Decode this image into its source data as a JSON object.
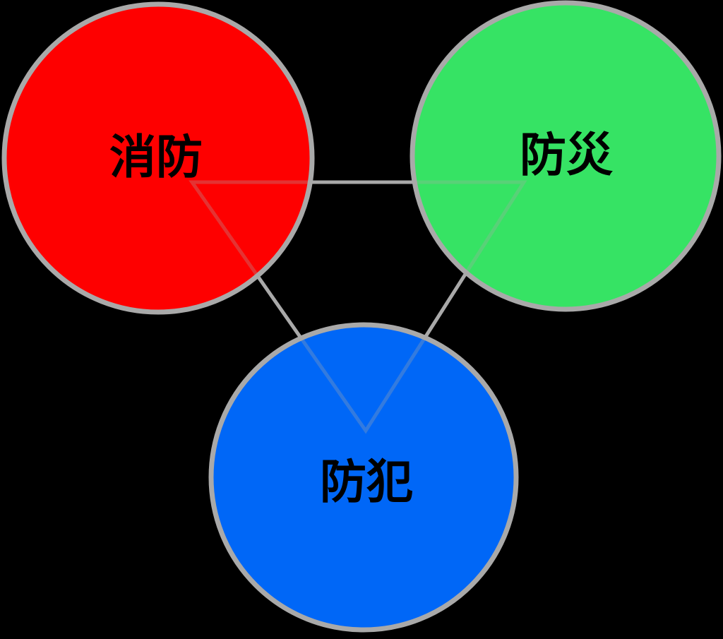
{
  "background_color": "#000000",
  "diagram": {
    "type": "three-node-relationship-diagram",
    "connector_color": "#A9A9A9",
    "node_border_color": "#A9A9A9",
    "label_color": "#000000",
    "nodes": [
      {
        "label": "消防",
        "fill": "#FE0000"
      },
      {
        "label": "防災",
        "fill": "#36E364"
      },
      {
        "label": "防犯",
        "fill": "#0067F7"
      }
    ]
  }
}
